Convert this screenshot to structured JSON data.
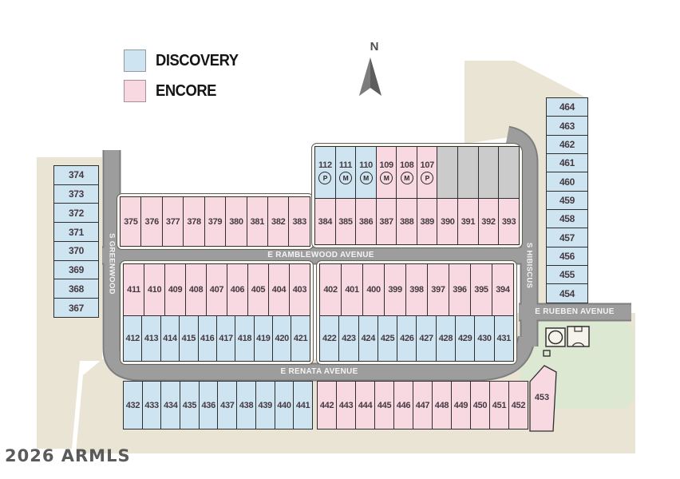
{
  "legend": {
    "items": [
      {
        "label": "DISCOVERY",
        "color": "#cee4f0"
      },
      {
        "label": "ENCORE",
        "color": "#f8d9e1"
      }
    ]
  },
  "compass": {
    "label": "N"
  },
  "streets": {
    "ramblewood": "E RAMBLEWOOD AVENUE",
    "renata": "E RENATA AVENUE",
    "rueben": "E RUEBEN AVENUE",
    "greenwood": "S GREENWOOD",
    "hibiscus": "S HIBISCUS"
  },
  "watermark": "2026 ARMLS",
  "colors": {
    "discovery": "#cee4f0",
    "encore": "#f8d9e1",
    "unassigned": "#cbcbcb",
    "road": "#9d9d9d",
    "land": "#e9e4d4",
    "park": "#dde8d2"
  },
  "park": {
    "icons": [
      "pool",
      "basketball-court",
      "kiosk"
    ]
  },
  "blocks": {
    "west_column": {
      "lots": [
        {
          "num": "374",
          "type": "d"
        },
        {
          "num": "373",
          "type": "d"
        },
        {
          "num": "372",
          "type": "d"
        },
        {
          "num": "371",
          "type": "d"
        },
        {
          "num": "370",
          "type": "d"
        },
        {
          "num": "369",
          "type": "d"
        },
        {
          "num": "368",
          "type": "d"
        },
        {
          "num": "367",
          "type": "d"
        }
      ]
    },
    "top_mid": {
      "lots": [
        {
          "num": "375",
          "type": "e"
        },
        {
          "num": "376",
          "type": "e"
        },
        {
          "num": "377",
          "type": "e"
        },
        {
          "num": "378",
          "type": "e"
        },
        {
          "num": "379",
          "type": "e"
        },
        {
          "num": "380",
          "type": "e"
        },
        {
          "num": "381",
          "type": "e"
        },
        {
          "num": "382",
          "type": "e"
        },
        {
          "num": "383",
          "type": "e"
        }
      ]
    },
    "model_row": {
      "lots": [
        {
          "num": "112",
          "tag": "P",
          "type": "d"
        },
        {
          "num": "111",
          "tag": "M",
          "type": "d"
        },
        {
          "num": "110",
          "tag": "M",
          "type": "d"
        },
        {
          "num": "109",
          "tag": "M",
          "type": "e"
        },
        {
          "num": "108",
          "tag": "M",
          "type": "e"
        },
        {
          "num": "107",
          "tag": "P",
          "type": "e"
        },
        {
          "num": "",
          "type": "u"
        },
        {
          "num": "",
          "type": "u"
        },
        {
          "num": "",
          "type": "u"
        },
        {
          "num": "",
          "type": "u"
        }
      ]
    },
    "top_right_row": {
      "lots": [
        {
          "num": "384",
          "type": "e"
        },
        {
          "num": "385",
          "type": "e"
        },
        {
          "num": "386",
          "type": "e"
        },
        {
          "num": "387",
          "type": "e"
        },
        {
          "num": "388",
          "type": "e"
        },
        {
          "num": "389",
          "type": "e"
        },
        {
          "num": "390",
          "type": "e"
        },
        {
          "num": "391",
          "type": "e"
        },
        {
          "num": "392",
          "type": "e"
        },
        {
          "num": "393",
          "type": "e"
        }
      ]
    },
    "east_column": {
      "lots": [
        {
          "num": "464",
          "type": "d"
        },
        {
          "num": "463",
          "type": "d"
        },
        {
          "num": "462",
          "type": "d"
        },
        {
          "num": "461",
          "type": "d"
        },
        {
          "num": "460",
          "type": "d"
        },
        {
          "num": "459",
          "type": "d"
        },
        {
          "num": "458",
          "type": "d"
        },
        {
          "num": "457",
          "type": "d"
        },
        {
          "num": "456",
          "type": "d"
        },
        {
          "num": "455",
          "type": "d"
        },
        {
          "num": "454",
          "type": "d"
        }
      ]
    },
    "mid_left_top": {
      "lots": [
        {
          "num": "411",
          "type": "e"
        },
        {
          "num": "410",
          "type": "e"
        },
        {
          "num": "409",
          "type": "e"
        },
        {
          "num": "408",
          "type": "e"
        },
        {
          "num": "407",
          "type": "e"
        },
        {
          "num": "406",
          "type": "e"
        },
        {
          "num": "405",
          "type": "e"
        },
        {
          "num": "404",
          "type": "e"
        },
        {
          "num": "403",
          "type": "e"
        }
      ]
    },
    "mid_left_bottom": {
      "lots": [
        {
          "num": "412",
          "type": "d"
        },
        {
          "num": "413",
          "type": "d"
        },
        {
          "num": "414",
          "type": "d"
        },
        {
          "num": "415",
          "type": "d"
        },
        {
          "num": "416",
          "type": "d"
        },
        {
          "num": "417",
          "type": "d"
        },
        {
          "num": "418",
          "type": "d"
        },
        {
          "num": "419",
          "type": "d"
        },
        {
          "num": "420",
          "type": "d"
        },
        {
          "num": "421",
          "type": "d"
        }
      ]
    },
    "mid_right_top": {
      "lots": [
        {
          "num": "402",
          "type": "e"
        },
        {
          "num": "401",
          "type": "e"
        },
        {
          "num": "400",
          "type": "e"
        },
        {
          "num": "399",
          "type": "e"
        },
        {
          "num": "398",
          "type": "e"
        },
        {
          "num": "397",
          "type": "e"
        },
        {
          "num": "396",
          "type": "e"
        },
        {
          "num": "395",
          "type": "e"
        },
        {
          "num": "394",
          "type": "e"
        }
      ]
    },
    "mid_right_bottom": {
      "lots": [
        {
          "num": "422",
          "type": "d"
        },
        {
          "num": "423",
          "type": "d"
        },
        {
          "num": "424",
          "type": "d"
        },
        {
          "num": "425",
          "type": "d"
        },
        {
          "num": "426",
          "type": "d"
        },
        {
          "num": "427",
          "type": "d"
        },
        {
          "num": "428",
          "type": "d"
        },
        {
          "num": "429",
          "type": "d"
        },
        {
          "num": "430",
          "type": "d"
        },
        {
          "num": "431",
          "type": "d"
        }
      ]
    },
    "bottom_left": {
      "lots": [
        {
          "num": "432",
          "type": "d"
        },
        {
          "num": "433",
          "type": "d"
        },
        {
          "num": "434",
          "type": "d"
        },
        {
          "num": "435",
          "type": "d"
        },
        {
          "num": "436",
          "type": "d"
        },
        {
          "num": "437",
          "type": "d"
        },
        {
          "num": "438",
          "type": "d"
        },
        {
          "num": "439",
          "type": "d"
        },
        {
          "num": "440",
          "type": "d"
        },
        {
          "num": "441",
          "type": "d"
        }
      ]
    },
    "bottom_right": {
      "lots": [
        {
          "num": "442",
          "type": "e"
        },
        {
          "num": "443",
          "type": "e"
        },
        {
          "num": "444",
          "type": "e"
        },
        {
          "num": "445",
          "type": "e"
        },
        {
          "num": "446",
          "type": "e"
        },
        {
          "num": "447",
          "type": "e"
        },
        {
          "num": "448",
          "type": "e"
        },
        {
          "num": "449",
          "type": "e"
        },
        {
          "num": "450",
          "type": "e"
        },
        {
          "num": "451",
          "type": "e"
        },
        {
          "num": "452",
          "type": "e"
        }
      ]
    },
    "lot_453": {
      "num": "453",
      "type": "e"
    }
  }
}
